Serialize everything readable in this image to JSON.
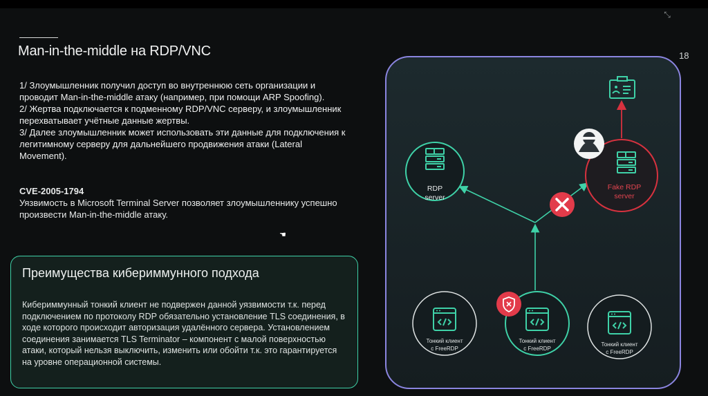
{
  "window": {
    "exit_icon": "fullscreen-exit-icon"
  },
  "slide": {
    "title": "Man-in-the-middle на RDP/VNC",
    "page_number": "18"
  },
  "steps": [
    "1/ Злоумышленник получил доступ во внутреннюю сеть организации и проводит Man-in-the-middle атаку (например, при помощи ARP Spoofing).",
    "2/ Жертва подключается к подменному RDP/VNC серверу, и злоумышленник перехватывает учётные данные жертвы.",
    "3/ Далее злоумышленник может использовать эти данные для подключения к легитимному серверу для дальнейшего продвижения атаки (Lateral Movement)."
  ],
  "cve": {
    "id": "CVE-2005-1794",
    "description": "Уязвимость в Microsoft Terminal Server позволяет злоумышленнику успешно произвести Man-in-the-middle атаку."
  },
  "advantages": {
    "title": "Преимущества кибериммунного подхода",
    "text": "Кибериммунный тонкий клиент не подвержен данной уязвимости т.к. перед подключением по протоколу RDP обязательно установление TLS соединения, в ходе которого происходит авторизация удалённого сервера. Установлением соединения занимается TLS Terminator – компонент с малой поверхностью атаки, который нельзя выключить, изменить или обойти т.к. это гарантируется на уровне операционной системы."
  },
  "diagram": {
    "rdp_server": {
      "line1": "RDP",
      "line2": "server"
    },
    "fake_server": {
      "line1": "Fake RDP",
      "line2": "server"
    },
    "clients": [
      {
        "line1": "Тонкий клиент",
        "line2": "с FreeRDP"
      },
      {
        "line1": "Тонкий клиент",
        "line2": "с FreeRDP"
      },
      {
        "line1": "Тонкий клиент",
        "line2": "с FreeRDP"
      }
    ],
    "colors": {
      "accent": "#3fd2a8",
      "danger": "#e23b4a",
      "panel_border": "#8b85e0",
      "panel_bg": "#1a2529"
    }
  }
}
